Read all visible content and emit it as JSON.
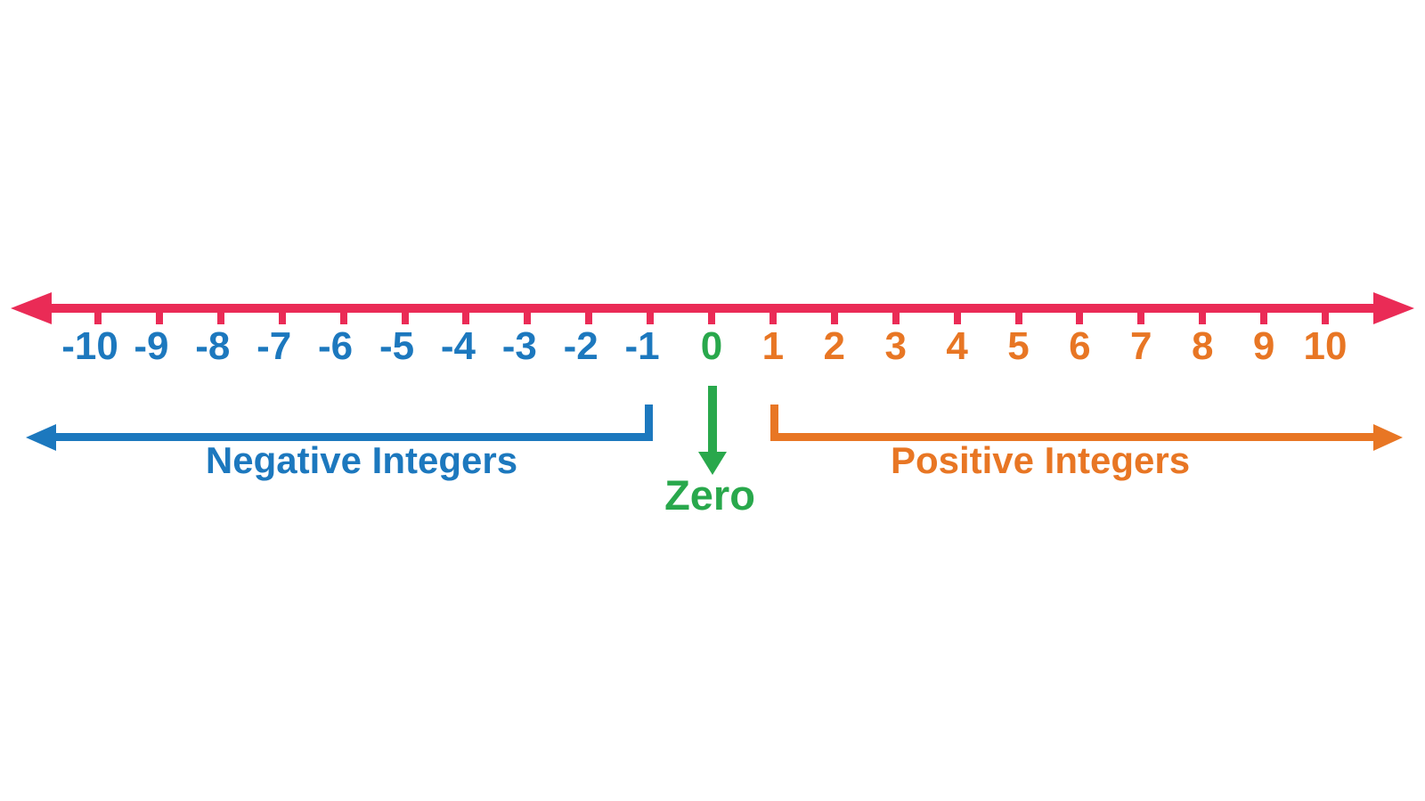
{
  "number_line": {
    "values": [
      "-10",
      "-9",
      "-8",
      "-7",
      "-6",
      "-5",
      "-4",
      "-3",
      "-2",
      "-1",
      "0",
      "1",
      "2",
      "3",
      "4",
      "5",
      "6",
      "7",
      "8",
      "9",
      "10"
    ]
  },
  "labels": {
    "negative": "Negative Integers",
    "zero": "Zero",
    "positive": "Positive Integers"
  },
  "colors": {
    "axis": "#EA2B56",
    "negative": "#1C78BE",
    "zero": "#29A84C",
    "positive": "#E87624",
    "background": "#FFFFFF"
  }
}
